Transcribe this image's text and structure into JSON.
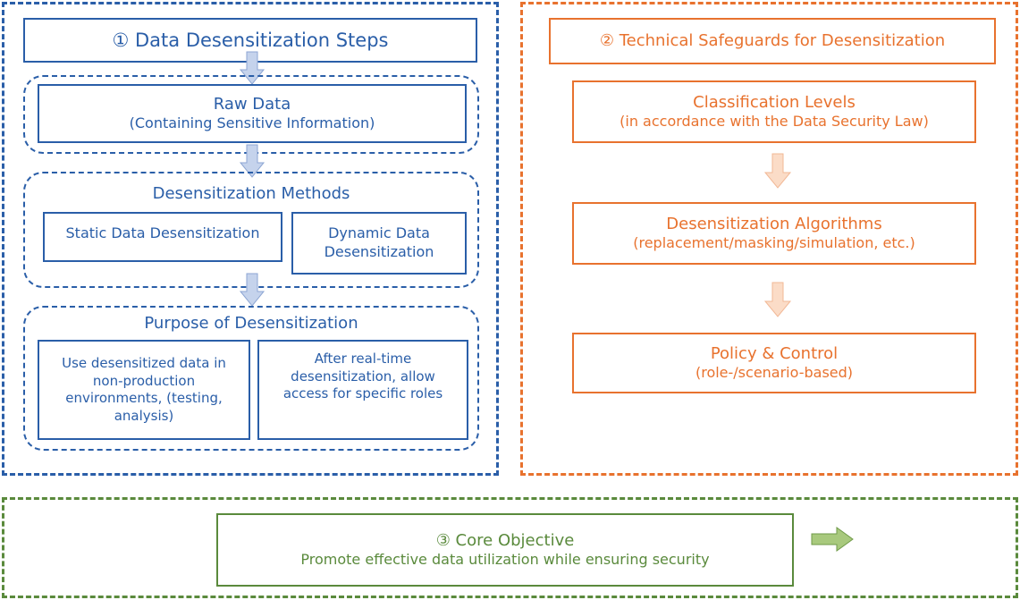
{
  "colors": {
    "blue": "#2a5ea8",
    "orange": "#e8722e",
    "green": "#5a8a3c",
    "arrow_blue": "#c5d3ec",
    "arrow_orange": "#fbdcc7",
    "arrow_green": "#a8c97d"
  },
  "steps": {
    "title": "① Data Desensitization Steps",
    "raw_data": {
      "title": "Raw Data",
      "subtitle": "(Containing Sensitive Information)"
    },
    "methods": {
      "title": "Desensitization Methods",
      "static": "Static Data Desensitization",
      "dynamic_line1": "Dynamic Data",
      "dynamic_line2": "Desensitization"
    },
    "purpose": {
      "title": "Purpose of Desensitization",
      "left_lines": [
        "Use desensitized data in",
        "non-production",
        "environments, (testing,",
        "analysis)"
      ],
      "right_lines": [
        "After real-time",
        "desensitization, allow",
        "access for specific roles"
      ]
    }
  },
  "safeguards": {
    "title": "② Technical Safeguards  for Desensitization",
    "classification": {
      "title": "Classification Levels",
      "subtitle": "(in accordance with the Data Security Law)"
    },
    "algorithms": {
      "title": "Desensitization Algorithms",
      "subtitle": "(replacement/masking/simulation,  etc.)"
    },
    "policy": {
      "title": "Policy & Control",
      "subtitle": "(role-/scenario-based)"
    }
  },
  "objective": {
    "title": "③ Core Objective",
    "subtitle": "Promote effective data utilization while ensuring security"
  }
}
